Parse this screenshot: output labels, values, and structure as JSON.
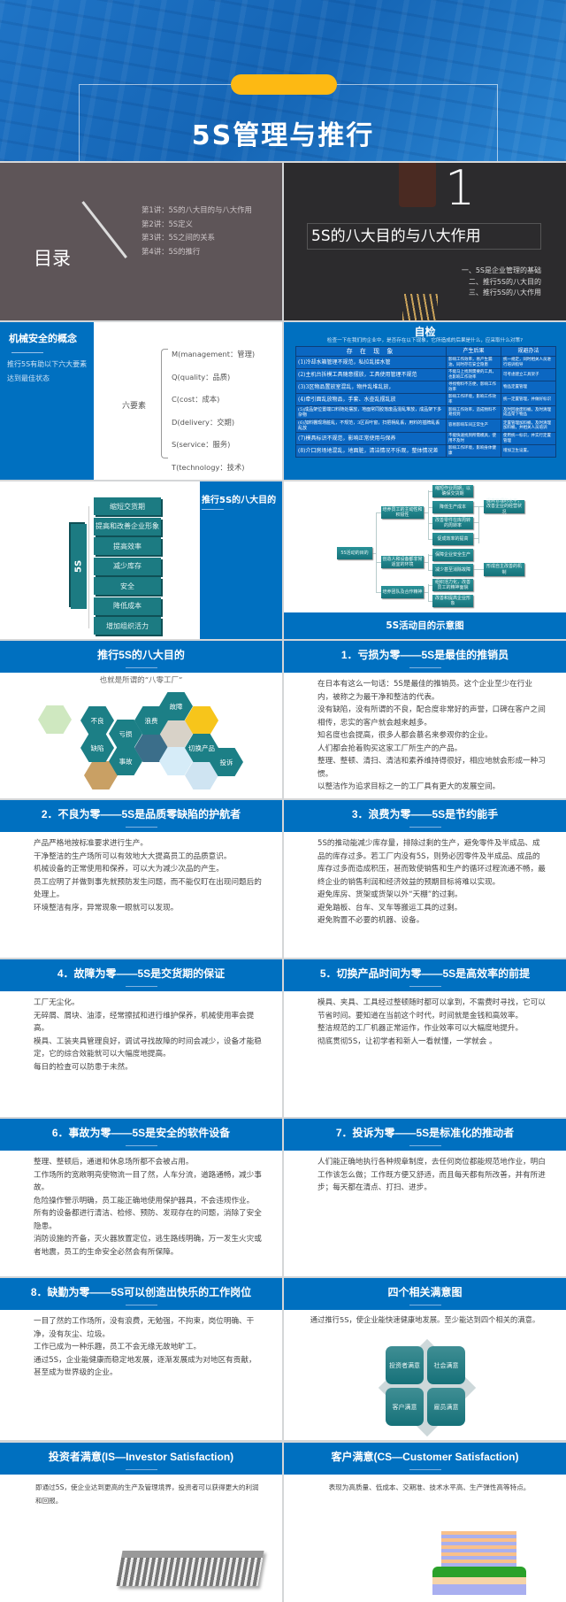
{
  "banner": {
    "title": "5S管理与推行"
  },
  "toc": {
    "title": "目录",
    "items": [
      "第1讲：5S的八大目的与八大作用",
      "第2讲：5S定义",
      "第3讲：5S之间的关系",
      "第4讲：5S的推行"
    ]
  },
  "chapter": {
    "number": "1",
    "title": "5S的八大目的与八大作用",
    "items": [
      "一、5S是企业管理的基础",
      "二、推行5S的八大目的",
      "三、推行5S的八大作用"
    ]
  },
  "concept": {
    "title": "机械安全的概念",
    "desc": "推行5S有助以下六大要素达到最佳状态",
    "center": "六要素",
    "elements": [
      "M(management：管理)",
      "Q(quality：品质)",
      "C(cost：成本)",
      "D(delivery：交期)",
      "S(service：服务)",
      "T(technology：技术)"
    ]
  },
  "selfcheck": {
    "title": "自检",
    "subtitle": "检查一下在我们的企业中，是否存在以下现象，它所造成的后果是什么，应采取什么对策?",
    "headers": [
      "存 在 现 象",
      "产生后果",
      "规避办法"
    ],
    "rows": [
      [
        "(1)冷却水箱管理不规范，私拉乱接水管",
        "影响工作效率，易产生漏油，同时存在安全隐患",
        "统一规定，同时相关人员进行培训指导"
      ],
      [
        "(2)主机台拆模工具随意摆放，工具使用管理不规范",
        "不能马上找到需要的工具，也影响工作效率",
        "可考虑建立工具架子"
      ],
      [
        "(3)3区物品置放室混乱，物件乱堆乱放，",
        "寻找物料不方便，影响工作效率",
        "物品定置管理"
      ],
      [
        "(4)牵引面乱放物品，手套、水壶乱摆乱放",
        "影响工作环境，影响工作效率",
        "统一定置管理，并做好标识"
      ],
      [
        "(5)成品架位置端口料随处摆放，地面常同胶落废品混乱堆放，成品架下多杂物",
        "影响工作效率，造成物料不易找到",
        "及时回收废料桶，及时清理成品架下物品"
      ],
      [
        "(6)加料棚现场脏乱，不规范，3区百叶窗，扫把柄乱丢，用料的插牌乱丢乱放",
        "容易影响车间正常生产",
        "定置管理加料桶，及时清理加料桶，并相关人员培训"
      ],
      [
        "(7)模具标识不规范，影响正常使用与保养",
        "不能快速找到所需模具，使用不及时",
        "使用统一标识，并实行定置管理"
      ],
      [
        "(8)介口房场地混乱，地面脏，清洁情况不乐观，整体情况差",
        "影响工作环境，影响身体健康",
        "增加卫生设置。"
      ]
    ]
  },
  "purposes": {
    "title": "推行5S的八大目的",
    "root": "5S",
    "items": [
      "缩短交货期",
      "提高和改善企业形象",
      "提高效率",
      "减少库存",
      "安全",
      "降低成本",
      "增加组织活力"
    ]
  },
  "diagram": {
    "caption": "5S活动目的示意图",
    "root": "5S活动的目的",
    "branches": [
      "培养员工的主动性和积极性",
      "创造人和设备都非常适宜的环境",
      "培养团队及合作精神"
    ],
    "leaves": [
      "缩短作业周期，以确保交货期",
      "降低生产成本",
      "改善零件在库周转的周转率",
      "促成效率的提高",
      "保障企业安全生产",
      "减少甚至消除故障",
      "组织活力化，改善员工的精神面貌",
      "改善和提高企业形象"
    ],
    "results": [
      "提高管理的水平，改善企业的经营状况",
      "形成自主改善的机制"
    ]
  },
  "zero": {
    "title": "推行5S的八大目的",
    "subtitle": "也就是所谓的“八零工厂”",
    "hexes": [
      "不良",
      "亏损",
      "缺陷",
      "事故",
      "浪费",
      "故障",
      "切换产品",
      "投诉"
    ]
  },
  "slides": [
    {
      "title": "1．亏损为零——5S是最佳的推销员",
      "paras": [
        "在日本有这么一句话：5S是最佳的推销员。这个企业至少在行业内，被称之为最干净和整洁的代表。",
        "没有缺陷，没有所谓的不良，配合度非常好的声誉，口碑在客户之间相传，忠实的客户就会越来越多。",
        "知名度也会提高，很多人都会慕名来参观你的企业。",
        "人们都会抢着购买这家工厂所生产的产品。",
        "整理、整顿、清扫、清洁和素养维持得很好，相应地就会形成一种习惯。",
        "以整洁作为追求目标之一的工厂具有更大的发展空间。"
      ]
    },
    {
      "title": "2．不良为零——5S是品质零缺陷的护航者",
      "paras": [
        "产品严格地按标准要求进行生产。",
        "干净整洁的生产场所可以有效地大大提高员工的品质意识。",
        "机械设备的正常使用和保养，可以大为减少次品的产生。",
        "员工应明了并做到事先就预防发生问题，而不能仅盯在出现问题后的处理上。",
        "环境整洁有序，异常现象一眼就可以发现。"
      ]
    },
    {
      "title": "3．浪费为零——5S是节约能手",
      "paras": [
        "5S的推动能减少库存量，排除过剩的生产，避免零件及半成品、成品的库存过多。若工厂内没有5S，则势必因零件及半成品、成品的库存过多而造成积压，甚而致使销售和生产的循环过程流通不畅，最终企业的销售利润和经济效益的预期目标将难以实现。",
        "避免库房、货架或货架以外“天棚”的过剩。",
        "避免踏板、台车、叉车等搬运工具的过剩。",
        "避免购置不必要的机器、设备。"
      ]
    },
    {
      "title": "4．故障为零——5S是交货期的保证",
      "paras": [
        "工厂无尘化。",
        "无碎屑、屑块、油漆，经常擦拭和进行维护保养，机械使用率会提高。",
        "模具、工装夹具管理良好，调试寻找故障的时间会减少，设备才能稳定，它的综合效能就可以大幅度地提高。",
        "每日的检查可以防患于未然。"
      ]
    },
    {
      "title": "5．切换产品时间为零——5S是高效率的前提",
      "paras": [
        "模具、夹具、工具经过整顿随时都可以拿到，不需费时寻找，它可以节省时间。要知道在当前这个时代，时间就是金钱和高效率。",
        "整洁规范的工厂机器正常运作，作业效率可以大幅度地提升。",
        "彻底贯彻5S，让初学者和新人一看就懂，一学就会 。"
      ]
    },
    {
      "title": "6．事故为零——5S是安全的软件设备",
      "paras": [
        "整理、整顿后，通道和休息场所都不会被占用。",
        "工作场所的宽敞明亮使物流一目了然，人车分流，道路通畅，减少事故。",
        "危险操作警示明确，员工能正确地使用保护器具，不会违规作业。",
        "所有的设备都进行清洁、检修、预防、发现存在的问题，消除了安全隐患。",
        "消防设施的齐备，灭火器放置定位，逃生路线明确，万一发生火灾或者地震，员工的生命安全必然会有所保障。"
      ]
    },
    {
      "title": "7．投诉为零——5S是标准化的推动者",
      "paras": [
        "人们能正确地执行各种规章制度，去任何岗位都能规范地作业，明白工作该怎么做；工作既方便又舒适，而且每天都有所改善，并有所进步；每天都在清点、打扫、进步。"
      ]
    },
    {
      "title": "8．缺勤为零——5S可以创造出快乐的工作岗位",
      "paras": [
        "一目了然的工作场所，没有浪费，无勉强，不拘束，岗位明确、干净，没有灰尘、垃圾。",
        "工作已成为一种乐趣，员工不会无缘无故地旷工。",
        "通过5S，企业能健康而稳定地发展，逐渐发展成为对地区有贡献，甚至成为世界级的企业。"
      ]
    }
  ],
  "four": {
    "title": "四个相关满意图",
    "desc": "通过推行5S，使企业能快速健康地发展。至少能达到四个相关的满意。",
    "items": [
      "投资者满意",
      "社会满意",
      "客户满意",
      "雇员满意"
    ]
  },
  "is": {
    "title": "投资者满意(IS—Investor Satisfaction)",
    "text": "即通过5S，使企业达到更高的生产及管理境界，投资者可以获得更大的利润和回报。"
  },
  "cs": {
    "title": "客户满意(CS—Customer Satisfaction)",
    "text": "表现为高质量、低成本、交期准、技术水平高、生产弹性高等特点。"
  },
  "colors": {
    "blue": "#0070c0",
    "teal": "#1c7f86",
    "yellow": "#fdb913"
  }
}
